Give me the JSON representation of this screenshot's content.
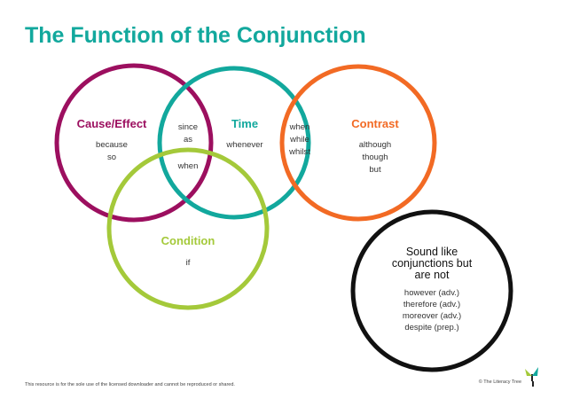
{
  "title": "The Function of the Conjunction",
  "colors": {
    "title": "#12a89d",
    "cause": "#9c0f5f",
    "time": "#12a89d",
    "contrast": "#f26a24",
    "condition": "#a4c93a",
    "not": "#111111"
  },
  "cause": {
    "label": "Cause/Effect",
    "words": [
      "because",
      "so"
    ]
  },
  "cause_time": {
    "words": [
      "since",
      "as"
    ]
  },
  "time": {
    "label": "Time",
    "words": [
      "whenever"
    ]
  },
  "time_condition": {
    "words": [
      "when"
    ]
  },
  "time_contrast": {
    "words": [
      "when",
      "while",
      "whilst"
    ]
  },
  "contrast": {
    "label": "Contrast",
    "words": [
      "although",
      "though",
      "but"
    ]
  },
  "condition": {
    "label": "Condition",
    "words": [
      "if"
    ]
  },
  "not": {
    "label_lines": [
      "Sound like",
      "conjunctions but",
      "are not"
    ],
    "words": [
      "however (adv.)",
      "therefore (adv.)",
      "moreover (adv.)",
      "despite (prep.)"
    ]
  },
  "footer": {
    "disclaimer": "This resource is for the sole use of the licensed downloader and cannot be reproduced or shared.",
    "copyright": "© The Literacy Tree"
  }
}
